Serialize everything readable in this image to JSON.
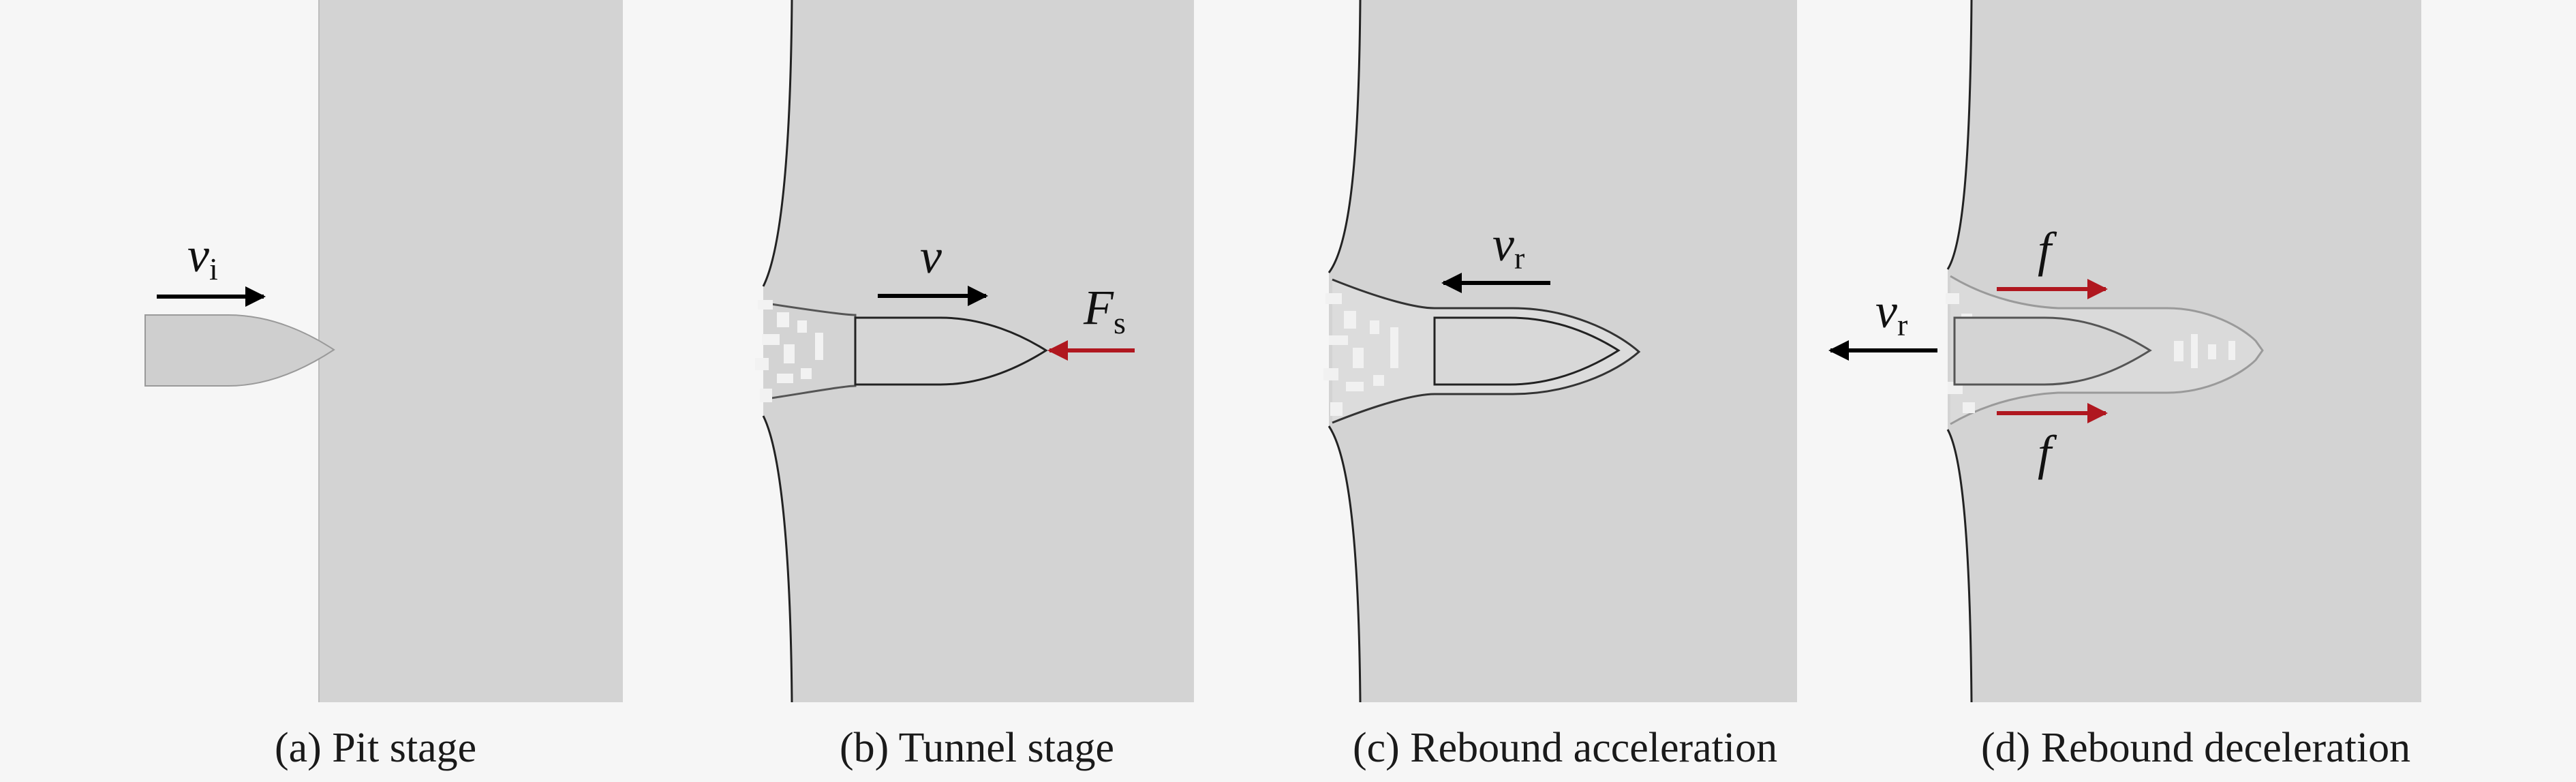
{
  "captions": {
    "a": "(a) Pit stage",
    "b": "(b) Tunnel stage",
    "c": "(c) Rebound acceleration",
    "d": "(d) Rebound deceleration"
  },
  "symbols": {
    "vi_main": "v",
    "vi_sub": "i",
    "v": "v",
    "Fs_main": "F",
    "Fs_sub": "s",
    "vr_main": "v",
    "vr_sub": "r",
    "f": "f"
  },
  "colors": {
    "background": "#f6f6f6",
    "target": "#d3d3d3",
    "projectile": "#cfcfcf",
    "velocity_arrow": "#000000",
    "force_arrow": "#b0171f"
  }
}
